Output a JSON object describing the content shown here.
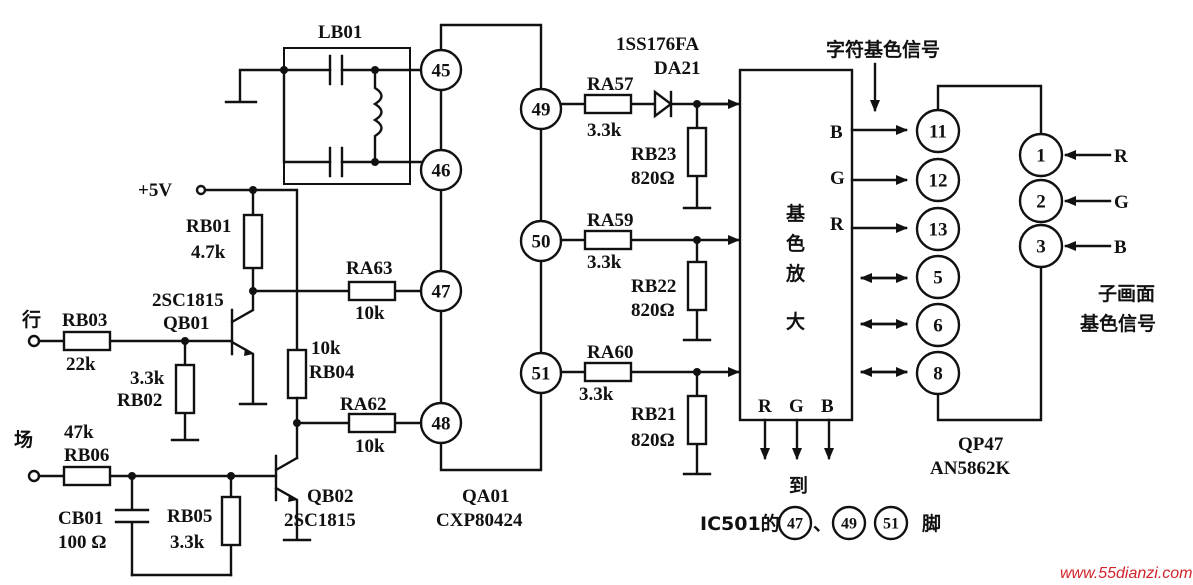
{
  "labels": {
    "lb01": "LB01",
    "plus5v": "+5V",
    "rb01": "RB01",
    "rb01_val": "4.7k",
    "q1_type": "2SC1815",
    "qb01": "QB01",
    "xing": "行",
    "rb03": "RB03",
    "rb03_val": "22k",
    "rb02_val": "3.3k",
    "rb02": "RB02",
    "rb04_val": "10k",
    "rb04": "RB04",
    "ra63": "RA63",
    "ra63_val": "10k",
    "ra62": "RA62",
    "ra62_val": "10k",
    "chang": "场",
    "rb06_val": "47k",
    "rb06": "RB06",
    "cb01": "CB01",
    "cb01_val": "100 Ω",
    "rb05": "RB05",
    "rb05_val": "3.3k",
    "qb02": "QB02",
    "q2_type": "2SC1815",
    "qa01": "QA01",
    "qa01_part": "CXP80424",
    "diode_part": "1SS176FA",
    "da21": "DA21",
    "ra57": "RA57",
    "ra57_val": "3.3k",
    "rb23": "RB23",
    "rb23_val": "820Ω",
    "ra59": "RA59",
    "ra59_val": "3.3k",
    "rb22": "RB22",
    "rb22_val": "820Ω",
    "ra60": "RA60",
    "ra60_val": "3.3k",
    "rb21": "RB21",
    "rb21_val": "820Ω",
    "char_signal": "字符基色信号",
    "amp_line1": "基",
    "amp_line2": "色",
    "amp_line3": "放",
    "amp_line4": "大",
    "amp_B": "B",
    "amp_G": "G",
    "amp_R": "R",
    "amp_out_R": "R",
    "amp_out_G": "G",
    "amp_out_B": "B",
    "dao": "到",
    "ic501_prefix": "IC501的",
    "ic501_sep": "、",
    "ic501_suffix": "脚",
    "qp47": "QP47",
    "qp47_part": "AN5862K",
    "in_R": "R",
    "in_G": "G",
    "in_B": "B",
    "sub_line1": "子画面",
    "sub_line2": "基色信号",
    "watermark": "www.55dianzi.com"
  },
  "pins": {
    "p45": "45",
    "p46": "46",
    "p47": "47",
    "p48": "48",
    "p49": "49",
    "p50": "50",
    "p51": "51",
    "p11": "11",
    "p12": "12",
    "p13": "13",
    "p5": "5",
    "p6": "6",
    "p8": "8",
    "p1": "1",
    "p2": "2",
    "p3": "3",
    "ic47": "47",
    "ic49": "49",
    "ic51": "51"
  }
}
